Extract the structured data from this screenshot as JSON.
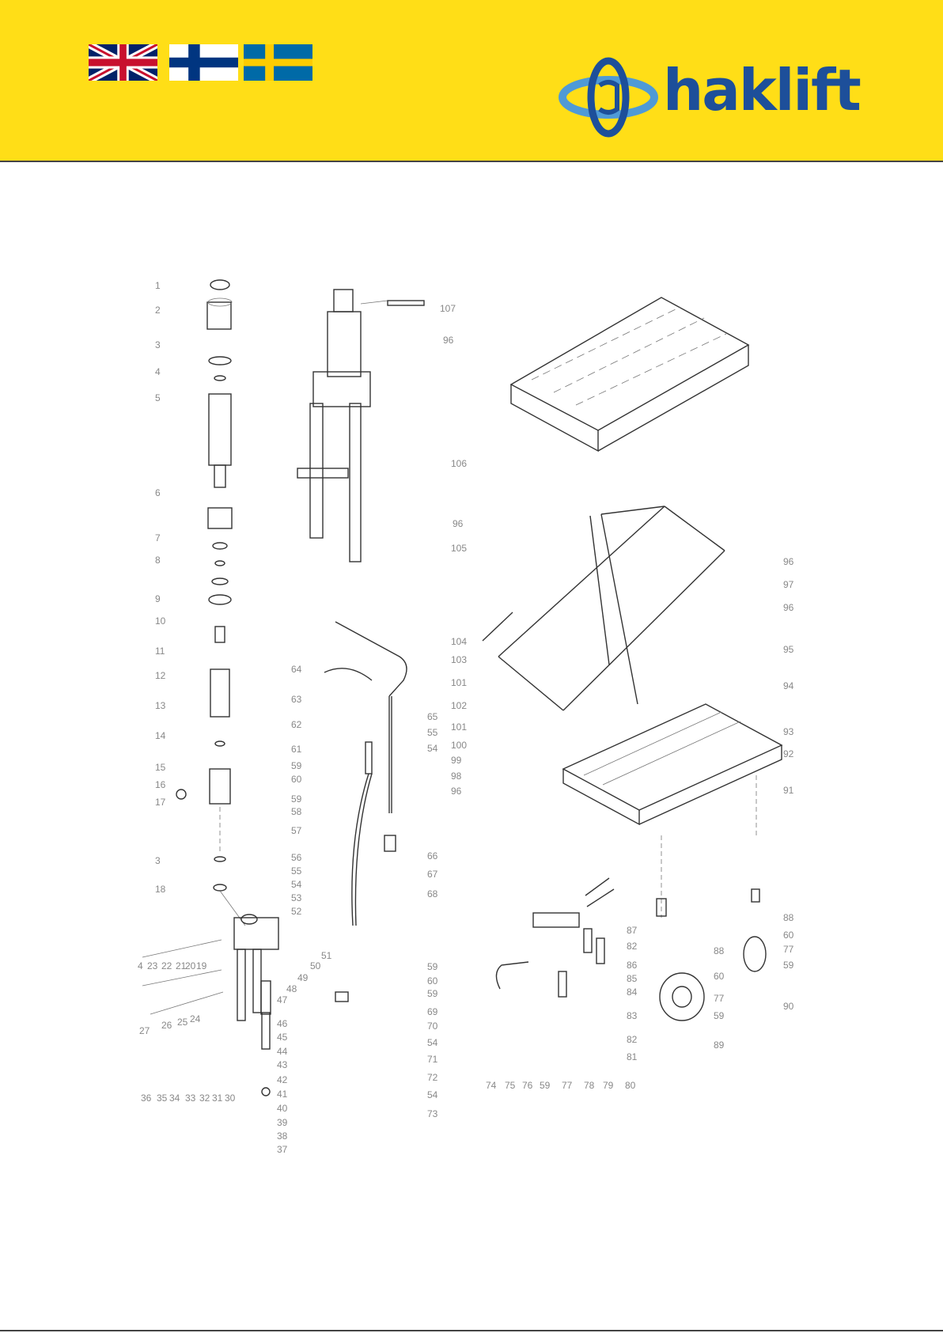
{
  "header": {
    "flags": [
      "uk-flag",
      "finland-flag",
      "sweden-flag"
    ],
    "brand_name": "haklift",
    "colors": {
      "background": "#ffde17",
      "logo_blue": "#1d4f9a",
      "logo_light": "#4f9ad6"
    }
  },
  "diagram": {
    "col1_labels": [
      "1",
      "2",
      "3",
      "4",
      "5",
      "6",
      "7",
      "8",
      "9",
      "10",
      "11",
      "12",
      "13",
      "14",
      "15",
      "16",
      "17",
      "3",
      "18"
    ],
    "bottom_left_labels": [
      "4",
      "23",
      "22",
      "21",
      "20",
      "19",
      "27",
      "26",
      "25",
      "24",
      "36",
      "35",
      "34",
      "33",
      "32",
      "31",
      "30"
    ],
    "mid_labels": [
      "56",
      "55",
      "54",
      "53",
      "52",
      "51",
      "50",
      "49",
      "48",
      "47",
      "46",
      "45",
      "44",
      "43",
      "42",
      "41",
      "40",
      "39",
      "38",
      "37"
    ],
    "lever_labels": [
      "64",
      "63",
      "62",
      "61",
      "59",
      "60",
      "59",
      "58",
      "57",
      "65",
      "55",
      "54",
      "66",
      "67",
      "68",
      "59",
      "60",
      "59",
      "69",
      "70",
      "54",
      "71",
      "72",
      "54",
      "73"
    ],
    "top_mid_labels": [
      "107",
      "96"
    ],
    "tray_labels": [
      "106"
    ],
    "frame_labels": [
      "96",
      "105",
      "96",
      "97",
      "96",
      "95",
      "104",
      "103",
      "101",
      "102",
      "101",
      "100",
      "94",
      "99",
      "98",
      "96"
    ],
    "base_labels": [
      "93",
      "92",
      "91",
      "88",
      "60",
      "77",
      "59",
      "90",
      "87",
      "82",
      "86",
      "85",
      "84",
      "83",
      "82",
      "81",
      "88",
      "60",
      "77",
      "59",
      "89",
      "74",
      "75",
      "76",
      "59",
      "77",
      "78",
      "79",
      "80"
    ]
  }
}
